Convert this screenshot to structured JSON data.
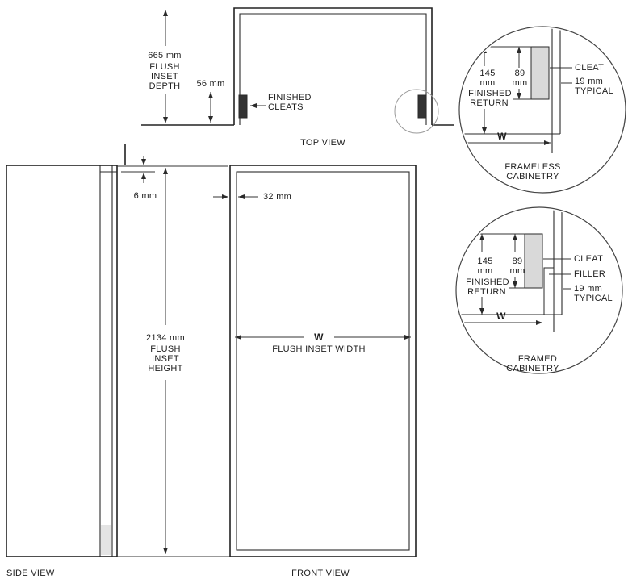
{
  "palette": {
    "line": "#2a2a2a",
    "cleat_dark": "#333333",
    "cleat_gray": "#d9d9d9",
    "background": "#ffffff"
  },
  "views": {
    "top": {
      "caption": "TOP VIEW",
      "depth_value": "665 mm",
      "depth_line1": "FLUSH",
      "depth_line2": "INSET",
      "depth_line3": "DEPTH",
      "cleat_offset_value": "56 mm",
      "cleats_line1": "FINISHED",
      "cleats_line2": "CLEATS"
    },
    "side": {
      "caption": "SIDE VIEW",
      "reveal_value": "6 mm"
    },
    "front": {
      "caption": "FRONT VIEW",
      "frame_value": "32 mm",
      "height_value": "2134 mm",
      "height_line1": "FLUSH",
      "height_line2": "INSET",
      "height_line3": "HEIGHT",
      "width_letter": "W",
      "width_label": "FLUSH INSET WIDTH"
    }
  },
  "details": {
    "frameless": {
      "return_value": "145",
      "return_unit": "mm",
      "return_line1": "FINISHED",
      "return_line2": "RETURN",
      "cleat_depth_value": "89",
      "cleat_depth_unit": "mm",
      "cleat_label": "CLEAT",
      "typical_value": "19 mm",
      "typical_word": "TYPICAL",
      "width_letter": "W",
      "caption_line1": "FRAMELESS",
      "caption_line2": "CABINETRY"
    },
    "framed": {
      "return_value": "145",
      "return_unit": "mm",
      "return_line1": "FINISHED",
      "return_line2": "RETURN",
      "cleat_depth_value": "89",
      "cleat_depth_unit": "mm",
      "cleat_label": "CLEAT",
      "filler_label": "FILLER",
      "typical_value": "19 mm",
      "typical_word": "TYPICAL",
      "width_letter": "W",
      "caption_line1": "FRAMED",
      "caption_line2": "CABINETRY"
    }
  }
}
